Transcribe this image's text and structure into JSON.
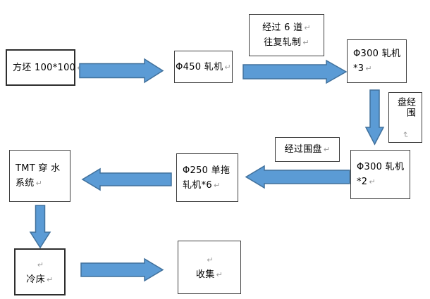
{
  "colors": {
    "arrow_fill": "#5B9BD5",
    "arrow_border": "#41719C",
    "box_border": "#3f3f3f",
    "text": "#000000",
    "para_mark": "#9a9a9a",
    "bg": "#ffffff"
  },
  "boxes": {
    "billet": {
      "line1": "方坯 100*100",
      "mark1": "↵"
    },
    "mill450": {
      "line1": "Φ450 轧机",
      "mark1": "↵"
    },
    "pass6": {
      "line1": "经过 6 道",
      "mark1": "↵",
      "line2": "往复轧制",
      "mark2": "↵"
    },
    "mill300x3": {
      "line1": "Φ300 轧机",
      "line2": "*3",
      "mark2": "↵"
    },
    "via_loop": {
      "line1": "经围盘",
      "mark1": "↵"
    },
    "mill300x2": {
      "line1": "Φ300 轧机",
      "line2": "*2",
      "mark2": "↵"
    },
    "via_loop2": {
      "line1": "经过围盘",
      "mark1": "↵"
    },
    "mill250": {
      "line1": "Φ250 单拖",
      "line2": "轧机*6",
      "mark2": "↵"
    },
    "tmt": {
      "line1": "TMT  穿 水",
      "line2": "系统",
      "mark2": "↵"
    },
    "coolbed": {
      "mark0": "↵",
      "line1": "冷床",
      "mark1": "↵"
    },
    "collect": {
      "mark0": "↵",
      "line1": "收集",
      "mark1": "↵"
    }
  }
}
